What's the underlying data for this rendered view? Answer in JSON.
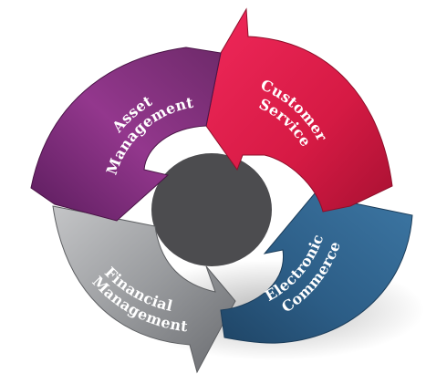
{
  "diagram": {
    "segments": [
      {
        "id": "asset",
        "line1": "Asset",
        "line2": "Management",
        "color": "#8a2f7f"
      },
      {
        "id": "customer",
        "line1": "Customer",
        "line2": "Service",
        "color": "#d81c47"
      },
      {
        "id": "electronic",
        "line1": "Electronic",
        "line2": "Commerce",
        "color": "#2d5f86"
      },
      {
        "id": "financial",
        "line1": "Financial",
        "line2": "Management",
        "color": "#8d8f92"
      }
    ]
  }
}
